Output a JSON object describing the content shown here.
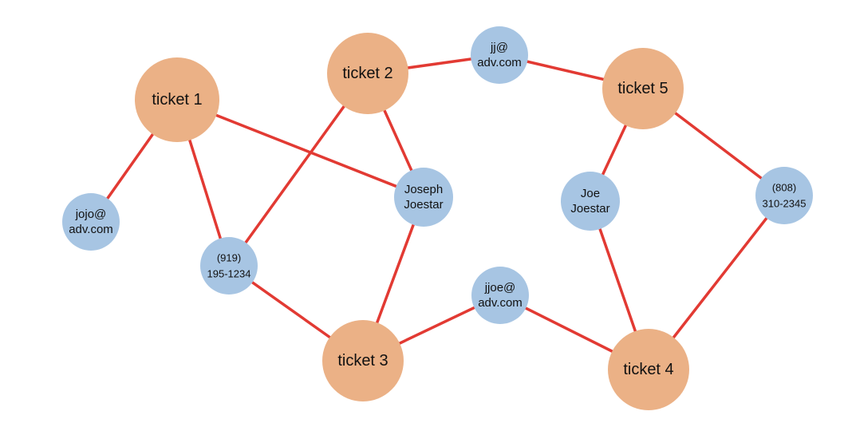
{
  "diagram": {
    "nodes": [
      {
        "id": "t1",
        "kind": "ticket",
        "lines": [
          "ticket 1"
        ]
      },
      {
        "id": "t2",
        "kind": "ticket",
        "lines": [
          "ticket 2"
        ]
      },
      {
        "id": "t3",
        "kind": "ticket",
        "lines": [
          "ticket 3"
        ]
      },
      {
        "id": "t4",
        "kind": "ticket",
        "lines": [
          "ticket 4"
        ]
      },
      {
        "id": "t5",
        "kind": "ticket",
        "lines": [
          "ticket 5"
        ]
      },
      {
        "id": "jojo",
        "kind": "attribute",
        "lines": [
          "jojo@",
          "adv.com"
        ]
      },
      {
        "id": "p919",
        "kind": "attribute",
        "lines": [
          "(919)",
          "195-1234"
        ]
      },
      {
        "id": "joseph",
        "kind": "attribute",
        "lines": [
          "Joseph",
          "Joestar"
        ]
      },
      {
        "id": "jj",
        "kind": "attribute",
        "lines": [
          "jj@",
          "adv.com"
        ]
      },
      {
        "id": "joe",
        "kind": "attribute",
        "lines": [
          "Joe",
          "Joestar"
        ]
      },
      {
        "id": "p808",
        "kind": "attribute",
        "lines": [
          "(808)",
          "310-2345"
        ]
      },
      {
        "id": "jjoe",
        "kind": "attribute",
        "lines": [
          "jjoe@",
          "adv.com"
        ]
      }
    ],
    "edges": [
      [
        "t1",
        "jojo"
      ],
      [
        "t1",
        "p919"
      ],
      [
        "t1",
        "joseph"
      ],
      [
        "t2",
        "p919"
      ],
      [
        "t2",
        "joseph"
      ],
      [
        "t2",
        "jj"
      ],
      [
        "jj",
        "t5"
      ],
      [
        "t5",
        "joe"
      ],
      [
        "t5",
        "p808"
      ],
      [
        "joseph",
        "t3"
      ],
      [
        "p919",
        "t3"
      ],
      [
        "t3",
        "jjoe"
      ],
      [
        "jjoe",
        "t4"
      ],
      [
        "joe",
        "t4"
      ],
      [
        "p808",
        "t4"
      ]
    ],
    "colors": {
      "ticket": "#ebb186",
      "attribute": "#a7c5e3",
      "edge": "#e23a33"
    }
  }
}
